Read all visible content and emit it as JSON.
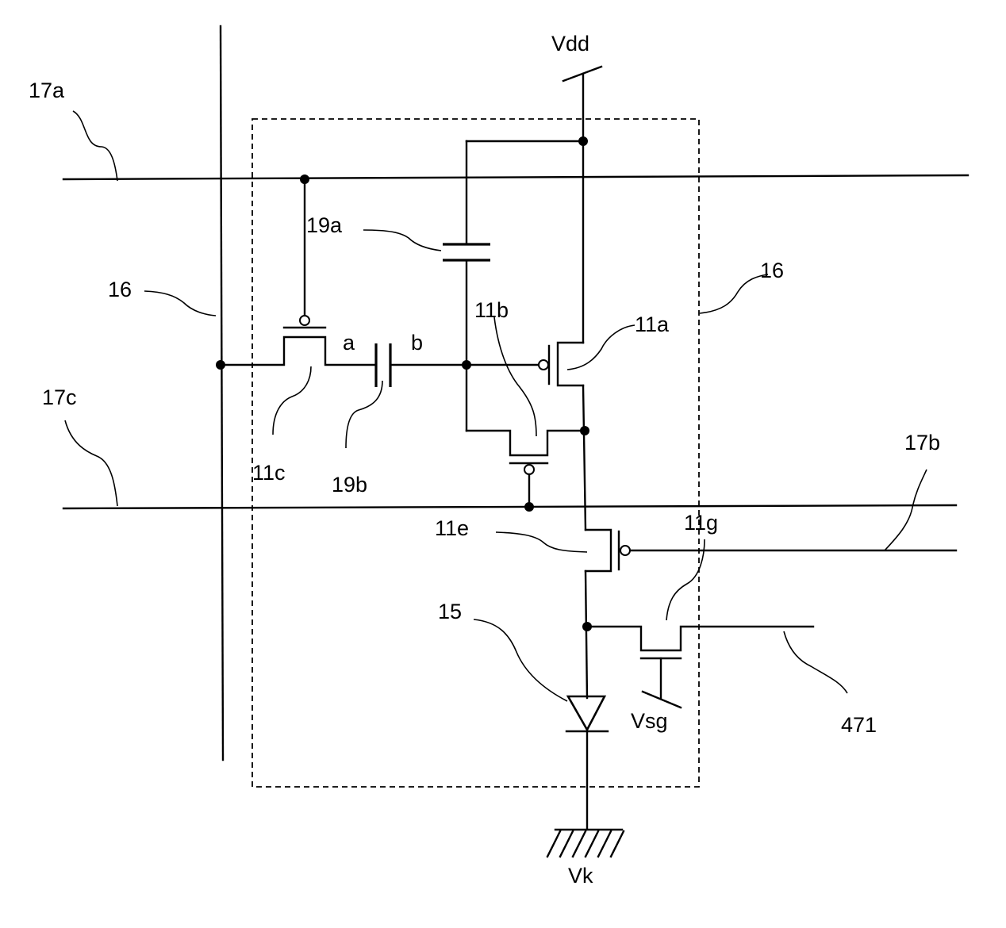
{
  "labels": {
    "supply": "Vdd",
    "ground": "Vk",
    "gate_bias": "Vsg",
    "gate_line_a": "17a",
    "gate_line_b": "17b",
    "gate_line_c": "17c",
    "source_line": "16",
    "pixel_region": "16",
    "cap_a": "19a",
    "cap_b": "19b",
    "tr_a": "11a",
    "tr_b": "11b",
    "tr_c": "11c",
    "tr_e": "11e",
    "tr_g": "11g",
    "node_a": "a",
    "node_b": "b",
    "el_element": "15",
    "output_line": "471"
  }
}
